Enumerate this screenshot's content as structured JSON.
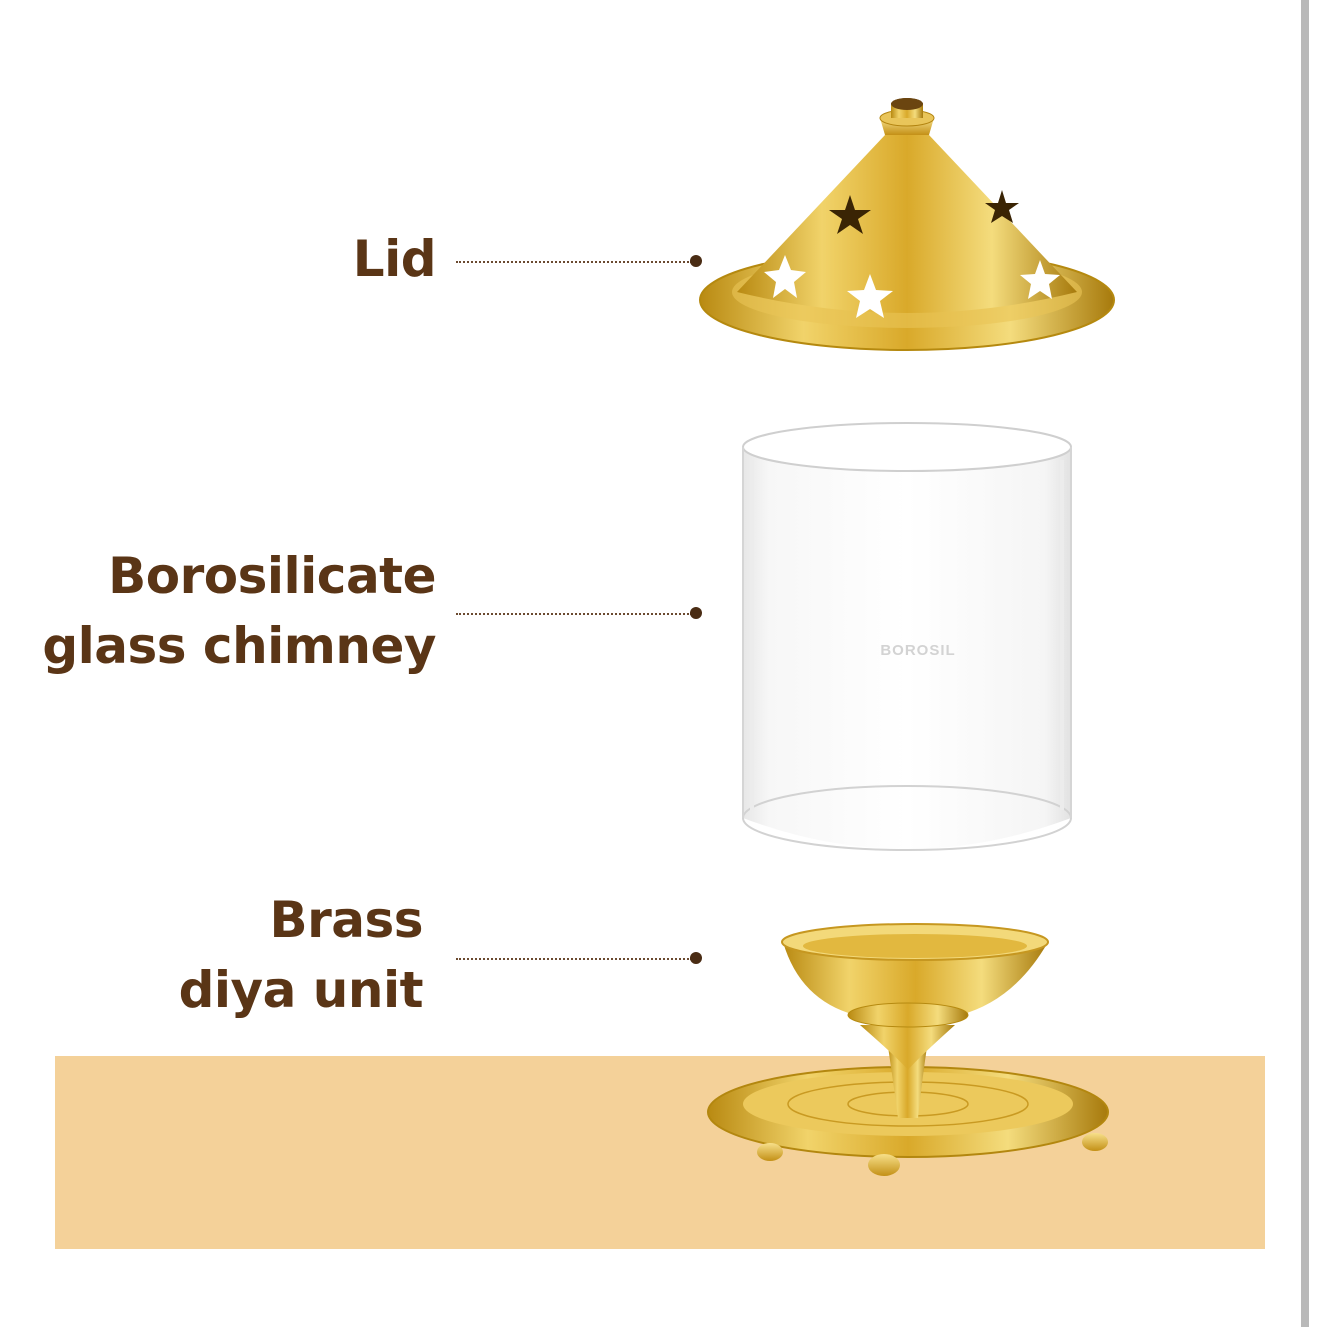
{
  "labels": {
    "lid": {
      "line1": "Lid"
    },
    "chimney": {
      "line1": "Borosilicate",
      "line2": "glass chimney"
    },
    "diya": {
      "line1": "Brass",
      "line2": "diya unit"
    }
  },
  "glass_brand": "BOROSIL",
  "colors": {
    "label_text": "#5a3516",
    "brass": "#d4a52a",
    "floor": "#f4d199"
  }
}
